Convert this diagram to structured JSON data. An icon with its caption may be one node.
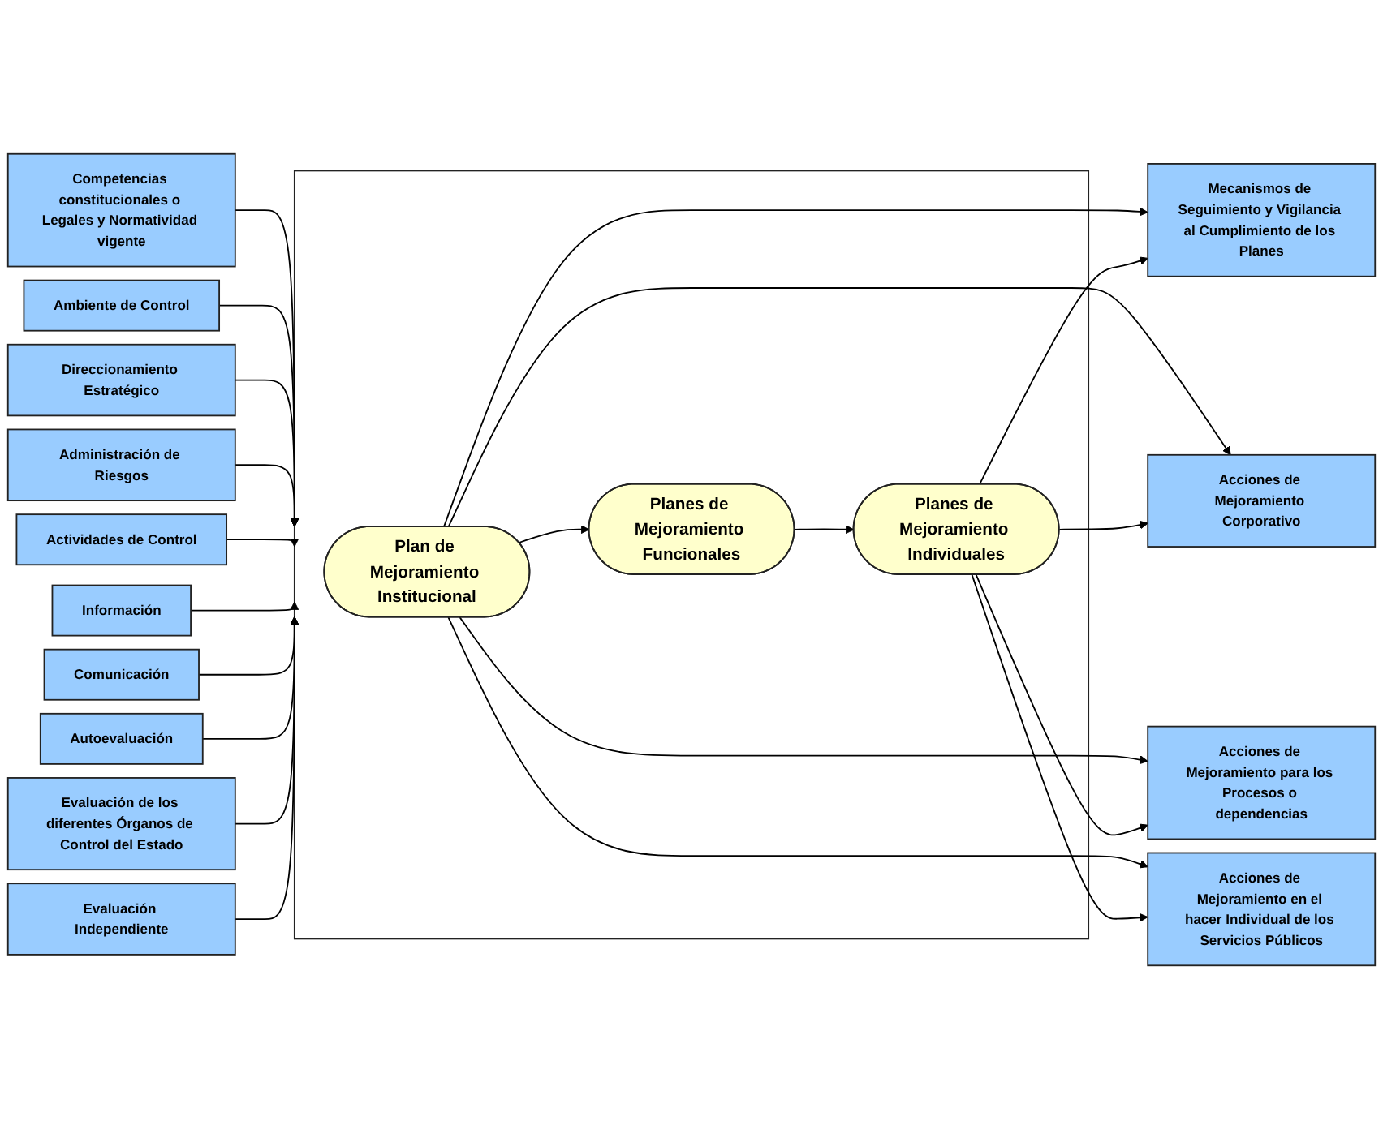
{
  "diagram": {
    "nodes": [
      {
        "text": [
          "Competencias constitucionales o Legales y Normatividad vigente"
        ]
      },
      {
        "text": [
          "Ambiente de Control"
        ]
      },
      {
        "text": [
          "Direccionamiento Estratégico"
        ]
      },
      {
        "text": [
          "Administración de Riesgos"
        ]
      },
      {
        "text": [
          "Actividades de Control"
        ]
      },
      {
        "text": [
          "Información"
        ]
      },
      {
        "text": [
          "Comunicación"
        ]
      },
      {
        "text": [
          "Autoevaluación"
        ]
      },
      {
        "text": [
          "Evaluación de los diferentes Órganos de Control del Estado"
        ]
      },
      {
        "text": [
          "Evaluación Independiente"
        ]
      },
      {
        "text": [],
        "shape": "box"
      },
      {
        "text": [
          "Plan de Mejoramiento Institucional"
        ],
        "in": 10
      },
      {
        "text": [
          "Planes de Mejoramiento Funcionales"
        ],
        "in": 10
      },
      {
        "text": [
          "Planes de Mejoramiento Individuales"
        ],
        "in": 10
      },
      {
        "text": [
          "Mecanismos de Seguimiento y Vigilancia al Cumplimiento de los Planes"
        ]
      },
      {
        "text": [
          "Acciones de Mejoramiento Corporativo"
        ]
      },
      {
        "text": [
          "Acciones de Mejoramiento para los Procesos o dependencias"
        ]
      },
      {
        "text": [
          "Acciones de Mejoramiento en el hacer Individual de los Servicios Públicos"
        ]
      }
    ],
    "edges": [
      {
        "from": 0,
        "to": 10,
        "arrow": "to"
      },
      {
        "from": 1,
        "to": 10,
        "arrow": "to"
      },
      {
        "from": 2,
        "to": 10,
        "arrow": "to"
      },
      {
        "from": 3,
        "to": 10,
        "arrow": "to"
      },
      {
        "from": 4,
        "to": 10,
        "arrow": "to"
      },
      {
        "from": 5,
        "to": 10,
        "arrow": "to"
      },
      {
        "from": 6,
        "to": 10,
        "arrow": "to"
      },
      {
        "from": 7,
        "to": 10,
        "arrow": "to"
      },
      {
        "from": 8,
        "to": 10,
        "arrow": "to"
      },
      {
        "from": 9,
        "to": 10,
        "arrow": "to"
      },
      {
        "from": 11,
        "to": 12,
        "arrow": "to"
      },
      {
        "from": 12,
        "to": 13,
        "arrow": "to"
      },
      {
        "from": 11,
        "to": 14,
        "arrow": "to"
      },
      {
        "from": 11,
        "to": 15,
        "arrow": "to"
      },
      {
        "from": 11,
        "to": 16,
        "arrow": "to"
      },
      {
        "from": 11,
        "to": 17,
        "arrow": "to"
      },
      {
        "from": 13,
        "to": 14,
        "arrow": "to"
      },
      {
        "from": 13,
        "to": 15,
        "arrow": "to"
      },
      {
        "from": 13,
        "to": 16,
        "arrow": "to"
      },
      {
        "from": 13,
        "to": 17,
        "arrow": "to"
      }
    ]
  }
}
